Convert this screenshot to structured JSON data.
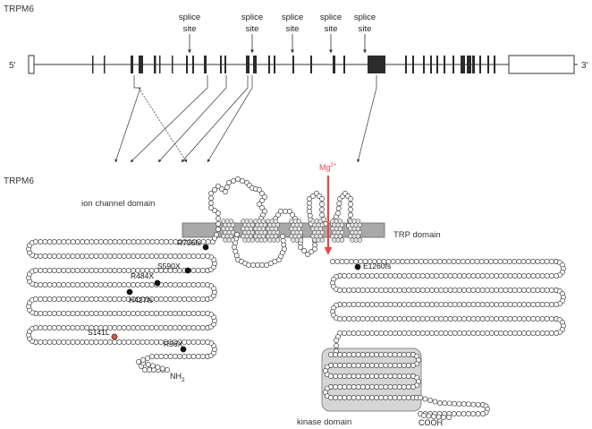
{
  "gene": {
    "title": "TRPM6",
    "five_prime": "5'",
    "three_prime": "3'",
    "splice_label_line1": "splice",
    "splice_label_line2": "site",
    "splice_site_count": 5
  },
  "protein": {
    "title": "TRPM6",
    "ion_channel_domain": "ion channel domain",
    "trp_domain": "TRP domain",
    "kinase_domain": "kinase domain",
    "nh2": "NH",
    "nh2_sub": "2",
    "cooh": "COOH",
    "mg_ion": "Mg",
    "mg_charge": "2+"
  },
  "mutations": [
    {
      "label": "R736fs",
      "color": "#111111"
    },
    {
      "label": "S590X",
      "color": "#111111"
    },
    {
      "label": "R484X",
      "color": "#111111"
    },
    {
      "label": "H427fs",
      "color": "#111111"
    },
    {
      "label": "S141L",
      "color": "#d9534f"
    },
    {
      "label": "R56X",
      "color": "#111111"
    },
    {
      "label": "E1260fs",
      "color": "#111111"
    }
  ],
  "colors": {
    "mg_arrow": "#e8474b",
    "membrane": "#a9a9a9",
    "kinase_box": "#d6d6d6",
    "exon": "#2b2b2b",
    "line": "#333333"
  }
}
